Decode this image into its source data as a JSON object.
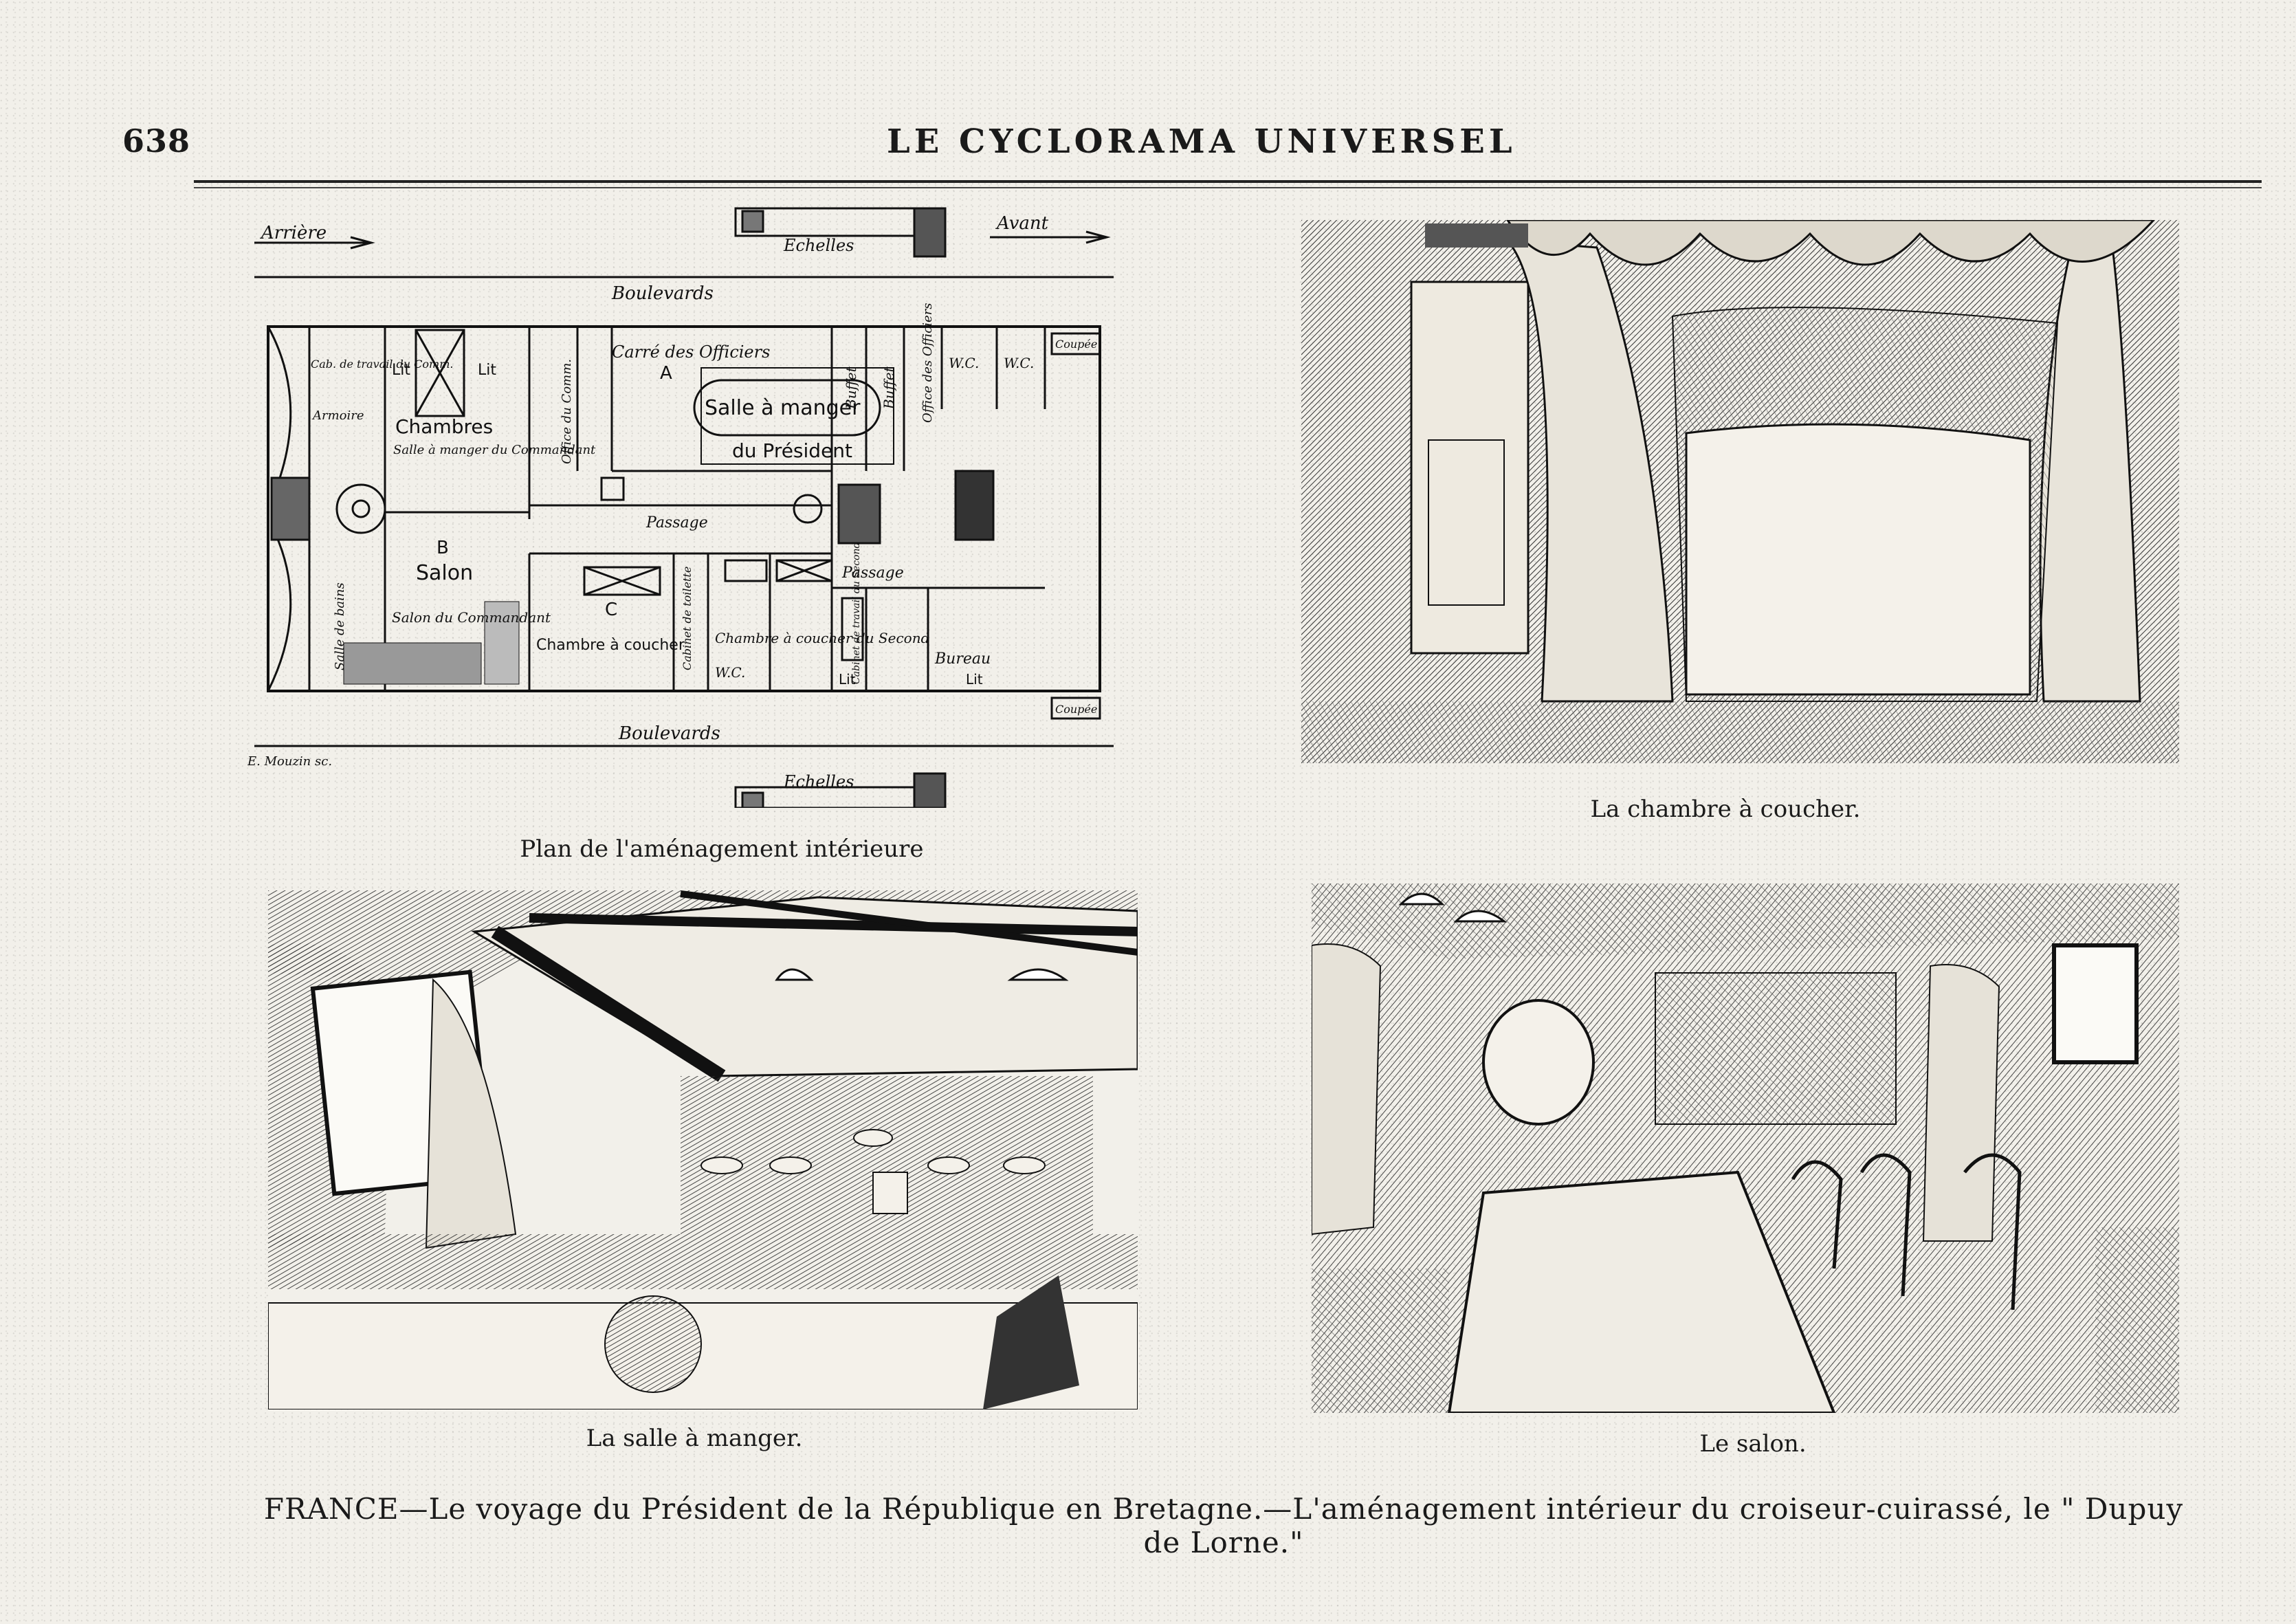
{
  "header": {
    "page_number": "638",
    "title": "LE CYCLORAMA UNIVERSEL"
  },
  "plan": {
    "caption": "Plan de l'aménagement intérieure",
    "arriere": "Arrière",
    "avant": "Avant",
    "echelles_top": "Echelles",
    "echelles_bottom": "Echelles",
    "boulevards_top": "Boulevards",
    "boulevards_bottom": "Boulevards",
    "carre": "Carré des Officiers",
    "a": "A",
    "salle": "Salle à manger",
    "du_president": "du Président",
    "chambres": "Chambres",
    "salle_manger_commandant": "Salle à manger du Commandant",
    "lit1": "Lit",
    "lit2": "Lit",
    "cab_travail": "Cab. de travail du Comm.",
    "armoire": "Armoire",
    "office_comm": "Office du Comm.",
    "buffet1": "Buffet",
    "buffet2": "Buffet",
    "office_officiers": "Office des Officiers",
    "wc1": "W.C.",
    "wc2": "W.C.",
    "wc3": "W.C.",
    "coupee_top": "Coupée",
    "coupee_bottom": "Coupée",
    "passage1": "Passage",
    "passage2": "Passage",
    "b": "B",
    "salon": "Salon",
    "salon_commandant": "Salon du Commandant",
    "salle_bains": "Salle de bains",
    "c": "C",
    "chambre_coucher": "Chambre à coucher",
    "cabinet_toilette": "Cabinet de toilette",
    "chambre_second": "Chambre à coucher du Second",
    "cabinet_travail_second": "Cabinet de travail du Second",
    "lit3": "Lit",
    "bureau": "Bureau",
    "lit4": "Lit",
    "engraver": "E. Mouzin sc."
  },
  "figures": {
    "bedroom_caption": "La chambre à coucher.",
    "dining_caption": "La salle à manger.",
    "salon_caption": "Le salon."
  },
  "main_caption": "FRANCE—Le voyage du Président de la République en Bretagne.—L'aménagement intérieur du croiseur-cuirassé, le \" Dupuy de Lorne.\""
}
